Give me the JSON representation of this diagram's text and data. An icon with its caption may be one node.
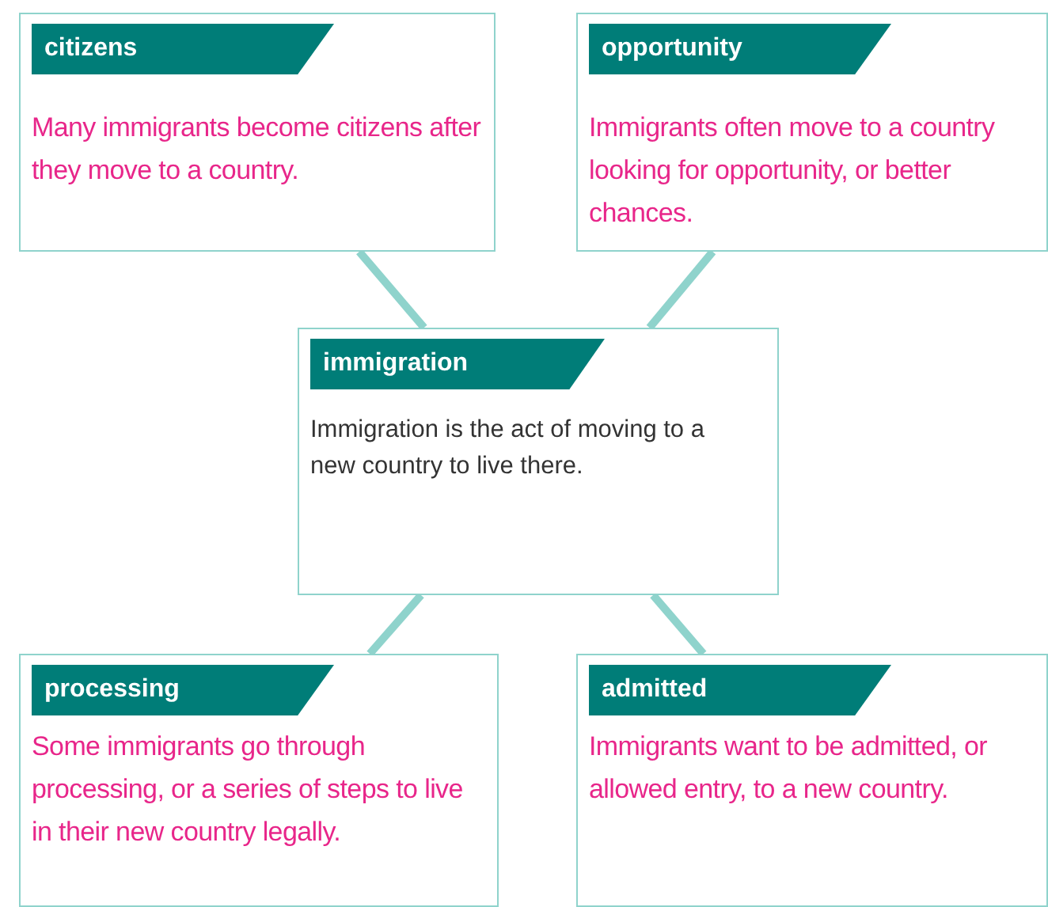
{
  "diagram": {
    "nodes": [
      {
        "text": [
          "citizens",
          "Many immigrants become citizens after they move to a country."
        ]
      },
      {
        "text": [
          "opportunity",
          "Immigrants often move to a country looking for opportunity, or better chances."
        ]
      },
      {
        "text": [
          "immigration",
          "Immigration is the act of moving to a new country to live there."
        ]
      },
      {
        "text": [
          "processing",
          "Some immigrants go through processing, or a series of steps to live in their new country legally."
        ]
      },
      {
        "text": [
          "admitted",
          "Immigrants want to be admitted, or allowed entry, to a new country."
        ]
      }
    ],
    "edges": [
      {
        "from": 2,
        "to": 0,
        "arrow": "none"
      },
      {
        "from": 2,
        "to": 1,
        "arrow": "none"
      },
      {
        "from": 2,
        "to": 3,
        "arrow": "none"
      },
      {
        "from": 2,
        "to": 4,
        "arrow": "none"
      }
    ]
  }
}
